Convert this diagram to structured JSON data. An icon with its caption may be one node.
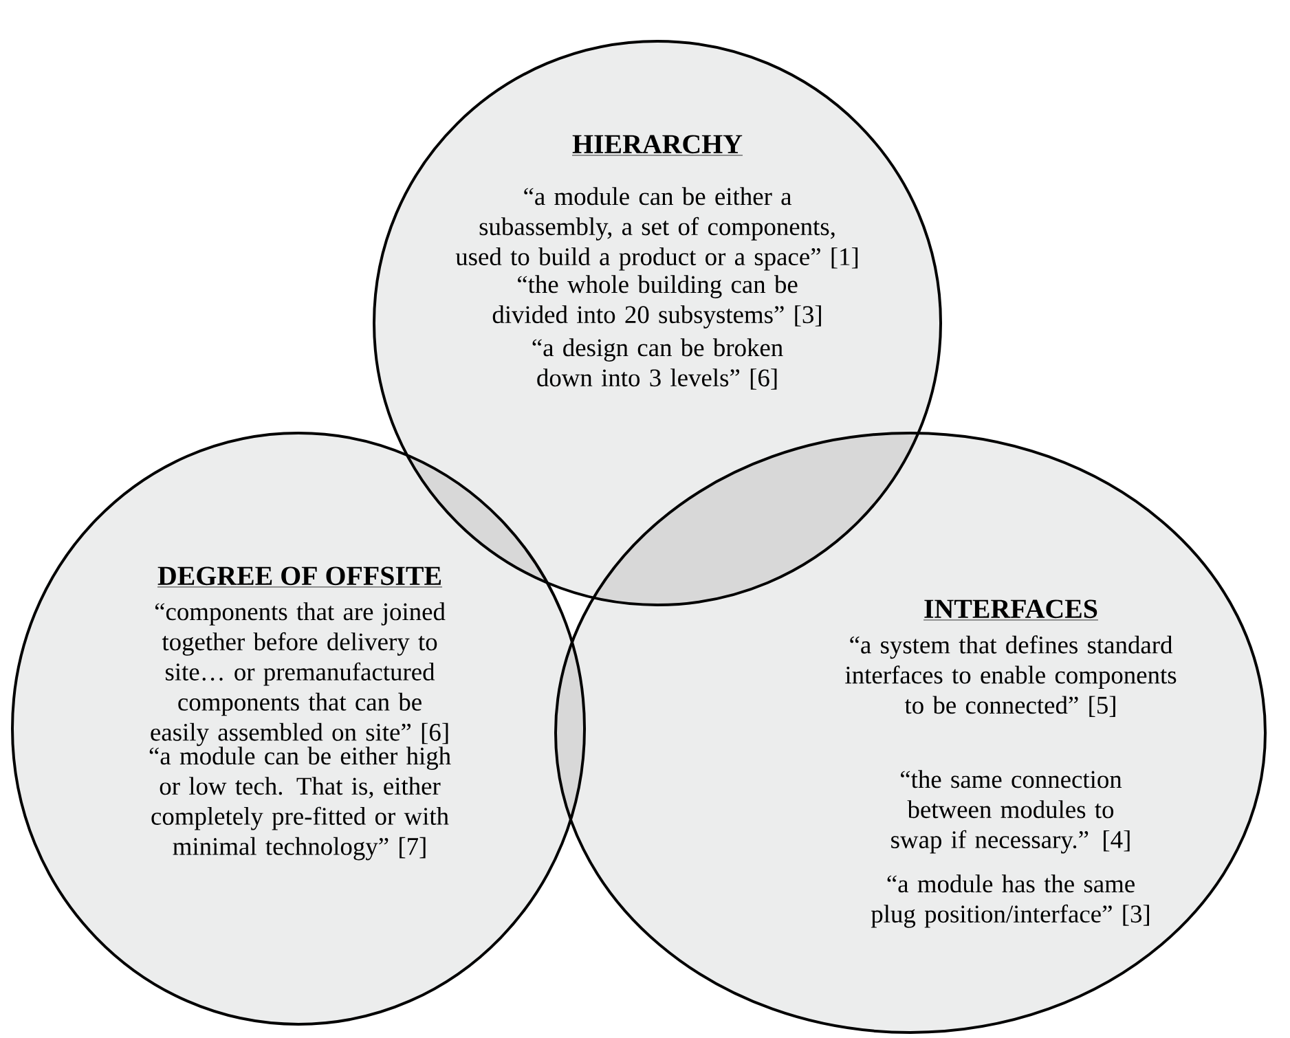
{
  "diagram": {
    "nodes": [
      {
        "text": [
          "HIERARCHY",
          "“a module can be either a subassembly, a set of components, used to build a product or a space” [1]",
          "“the whole building can be divided into 20 subsystems” [3]",
          "“a design can be broken down into 3 levels” [6]"
        ]
      },
      {
        "text": [
          "DEGREE OF OFFSITE",
          "“components that are joined together before delivery to site… or premanufactured components that can be easily assembled on site” [6]",
          "“a module can be either high or low tech. That is, either completely pre-fitted or with minimal technology” [7]"
        ]
      },
      {
        "text": [
          "INTERFACES",
          "“a system that defines standard interfaces to enable components to be connected” [5]",
          "“the same connection between modules to swap if necessary.” [4]",
          "“a module has the same plug position/interface” [3]"
        ]
      }
    ]
  }
}
